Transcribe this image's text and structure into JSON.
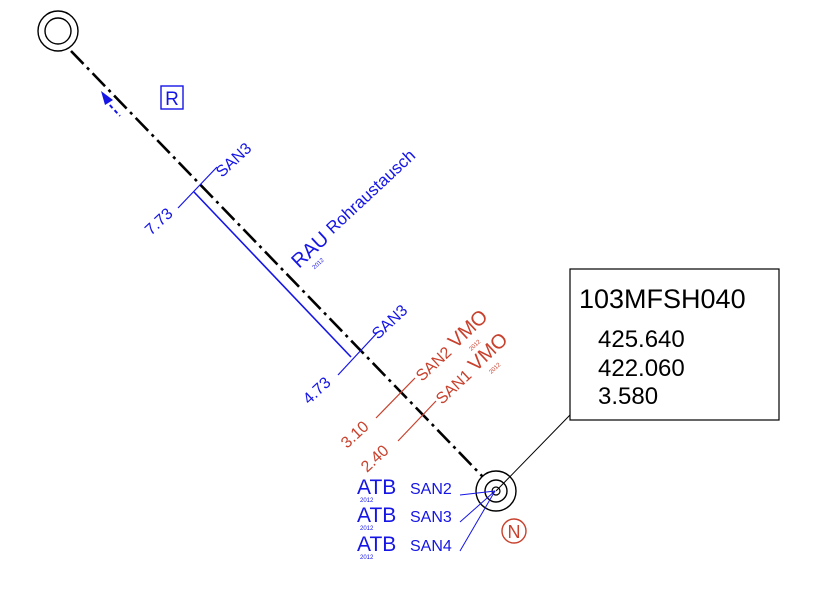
{
  "colors": {
    "blue": "#1515e6",
    "red": "#c8412d",
    "black": "#000000"
  },
  "top_marker": {
    "label": "R"
  },
  "bottom_marker": {
    "label": "N"
  },
  "info_box": {
    "id": "103MFSH040",
    "values": [
      "425.640",
      "422.060",
      "3.580"
    ]
  },
  "upper_section": {
    "start_label": "SAN3",
    "start_distance": "7.73",
    "end_label": "SAN3",
    "end_distance": "4.73",
    "measure_code": "RAU",
    "measure_text": "Rohraustausch",
    "measure_year": "2012"
  },
  "red_markers": [
    {
      "label": "SAN2",
      "code": "VMO",
      "year": "2012",
      "distance": "3.10"
    },
    {
      "label": "SAN1",
      "code": "VMO",
      "year": "2012",
      "distance": "2.40"
    }
  ],
  "node_annotations": [
    {
      "code": "ATB",
      "label": "SAN2",
      "year": "2012"
    },
    {
      "code": "ATB",
      "label": "SAN3",
      "year": "2012"
    },
    {
      "code": "ATB",
      "label": "SAN4",
      "year": "2012"
    }
  ]
}
